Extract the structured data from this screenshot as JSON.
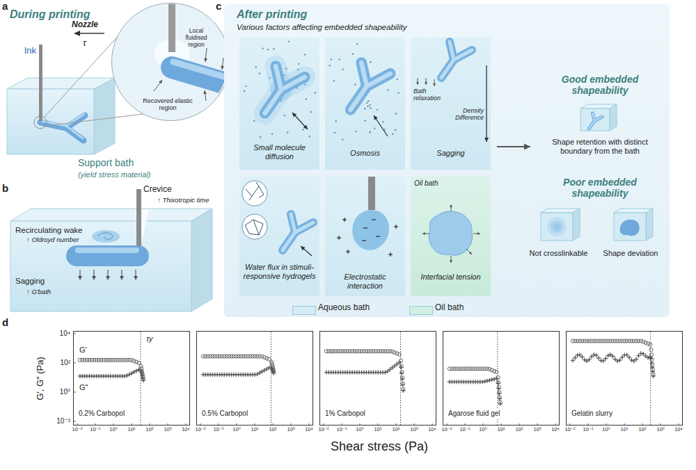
{
  "diagram": {
    "nodes": [
      {
        "text": [
          "Nozzle",
          "τ",
          "Local fluidised region",
          "Recovered elastic region"
        ]
      },
      {
        "text": [
          "After printing",
          "Various factors affecting embedded shapeability",
          "Good embedded shapeability",
          "Shape retention with distinct boundary from the bath",
          "Poor embedded shapeability",
          "Not crosslinkable",
          "Shape deviation"
        ]
      },
      {
        "text": [
          "Small molecule diffusion"
        ],
        "in": 1
      },
      {
        "text": [
          "Osmosis"
        ],
        "in": 1
      },
      {
        "text": [
          "Bath relaxation",
          "Density Difference",
          "Sagging"
        ],
        "in": 1
      },
      {
        "text": [
          "Water flux in stimuli-responsive hydrogels"
        ],
        "in": 1
      },
      {
        "text": [
          "Electrostatic interaction"
        ],
        "in": 1
      },
      {
        "text": [
          "Oil bath",
          "Interfacial tension"
        ],
        "in": 1
      },
      {
        "text": [
          "G′",
          "τy",
          "G″",
          "0.2% Carbopol"
        ]
      },
      {
        "text": [
          "0.5% Carbopol"
        ]
      },
      {
        "text": [
          "1% Carbopol"
        ]
      },
      {
        "text": [
          "Agarose fluid gel"
        ]
      },
      {
        "text": [
          "Gelatin slurry"
        ]
      }
    ],
    "labels": [
      "a",
      "During printing",
      "Ink",
      "Support bath",
      "(yield stress material)",
      "b",
      "Crevice",
      "↑ Thixotropic time",
      "Recirculating wake",
      "↑ Oldroyd number",
      "Sagging",
      "↑ G′bath",
      "c",
      "d",
      "10⁴",
      "10²",
      "10⁰",
      "10⁻²",
      "G′, G″ (Pa)",
      "10⁻²",
      "10⁻¹",
      "10⁰",
      "10¹",
      "10²",
      "10³",
      "10⁴",
      "10⁻²",
      "10⁻¹",
      "10⁰",
      "10¹",
      "10²",
      "10³",
      "10⁴",
      "10⁻²",
      "10⁻¹",
      "10⁰",
      "10¹",
      "10²",
      "10³",
      "10⁴",
      "10⁻²",
      "10⁻¹",
      "10⁰",
      "10¹",
      "10²",
      "10³",
      "10⁴",
      "10⁻²",
      "10⁻¹",
      "10⁰",
      "10¹",
      "10²",
      "10³",
      "10⁴",
      "Shear stress (Pa)"
    ],
    "legend": [
      {
        "text": "Aqueous bath",
        "color": "#d4ecf5"
      },
      {
        "text": "Oil bath",
        "color": "#d2efe3"
      }
    ]
  }
}
